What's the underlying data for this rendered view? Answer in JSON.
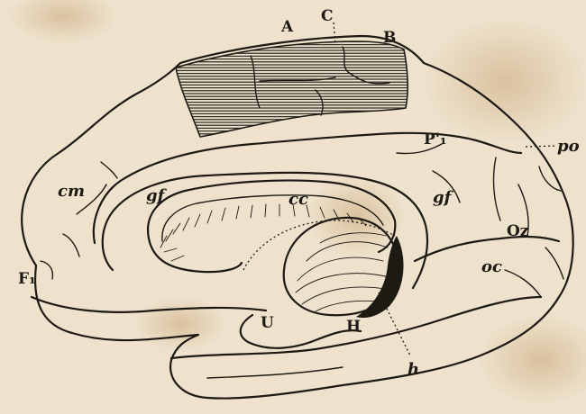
{
  "labels": {
    "A": "A",
    "C": "C",
    "B": "B",
    "P1": "P'₁",
    "po": "po",
    "cm": "cm",
    "gf_left": "gf",
    "cc": "cc",
    "gf_right": "gf",
    "Oz": "Oz",
    "oc": "oc",
    "F1": "F₁",
    "U": "U",
    "H": "H",
    "h": "h"
  },
  "colors": {
    "paper": "#eee2cc",
    "ink": "#1d1a14",
    "stain": "#c9a679"
  }
}
